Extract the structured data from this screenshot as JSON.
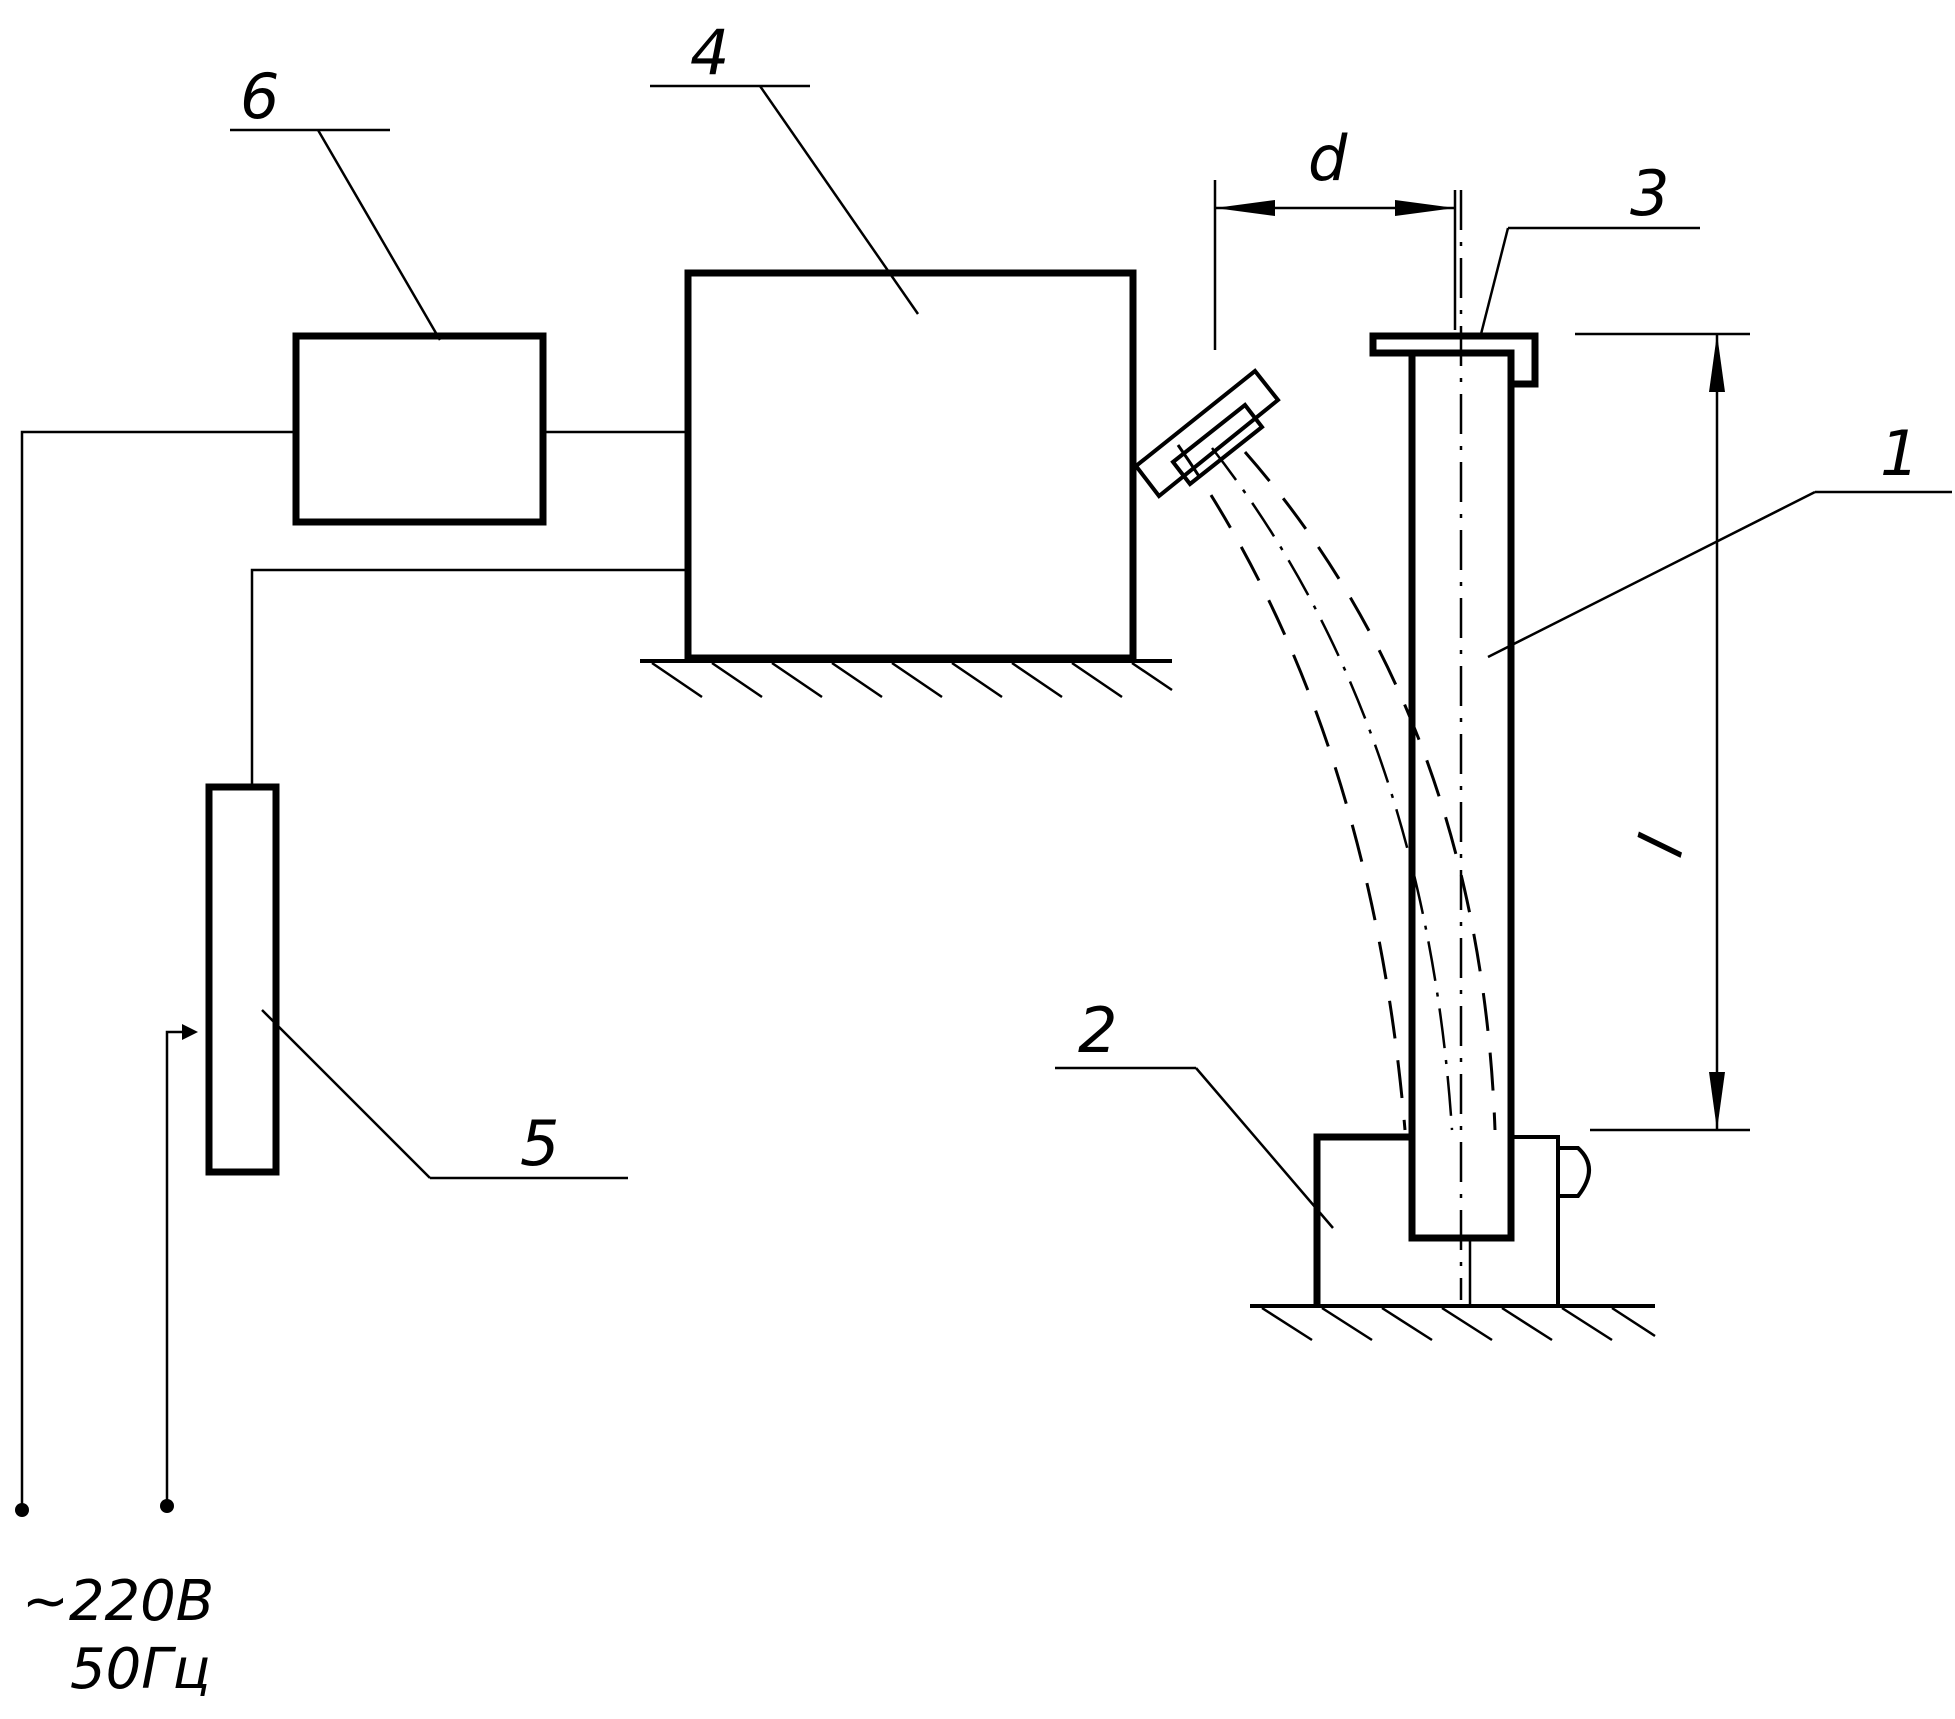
{
  "labels": {
    "item1": "1",
    "item2": "2",
    "item3": "3",
    "item4": "4",
    "item5": "5",
    "item6": "6",
    "dim_d": "d",
    "dim_l": "l"
  },
  "power": {
    "voltage": "~220В",
    "frequency": "50Гц"
  }
}
